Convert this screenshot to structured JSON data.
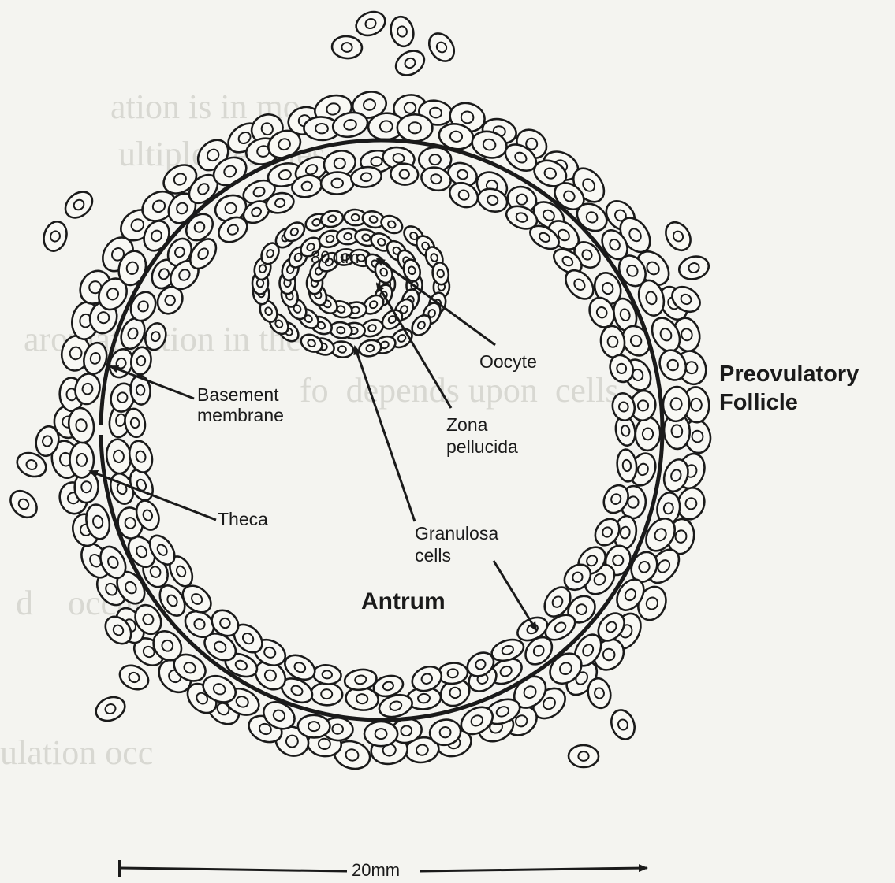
{
  "title": "Preovulatory Follicle",
  "title_lines": [
    "Preovulatory",
    "Follicle"
  ],
  "labels": {
    "basement_membrane": [
      "Basement",
      "membrane"
    ],
    "theca": "Theca",
    "oocyte": "Oocyte",
    "zona_pellucida": [
      "Zona",
      "pellucida"
    ],
    "granulosa_cells": [
      "Granulosa",
      "cells"
    ],
    "antrum": "Antrum",
    "oocyte_size": "80 µm"
  },
  "scale_bar": {
    "label": "20mm"
  },
  "colors": {
    "ink": "#1a1a1a",
    "paper": "#f4f4f0",
    "cell_fill": "#f8f8f4"
  }
}
